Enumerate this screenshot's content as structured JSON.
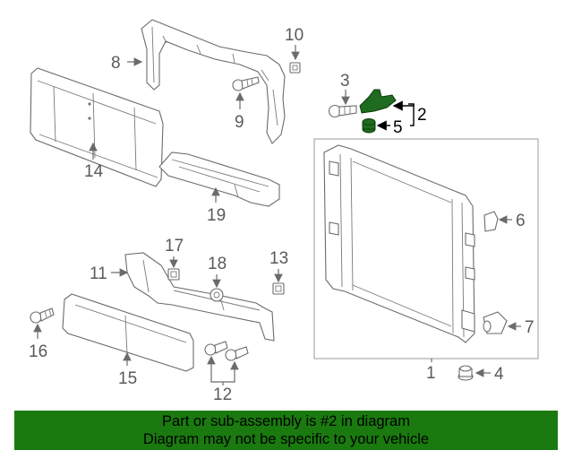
{
  "callouts": {
    "c1": "1",
    "c2": "2",
    "c3": "3",
    "c4": "4",
    "c5": "5",
    "c6": "6",
    "c7": "7",
    "c8": "8",
    "c9": "9",
    "c10": "10",
    "c11": "11",
    "c12": "12",
    "c13": "13",
    "c14": "14",
    "c15": "15",
    "c16": "16",
    "c17": "17",
    "c18": "18",
    "c19": "19"
  },
  "highlight_color": "#1f6b1f",
  "banner": {
    "line1": "Part or sub-assembly is #2 in diagram",
    "line2": "Diagram may not be specific to your vehicle",
    "background": "#1a7a0f"
  }
}
